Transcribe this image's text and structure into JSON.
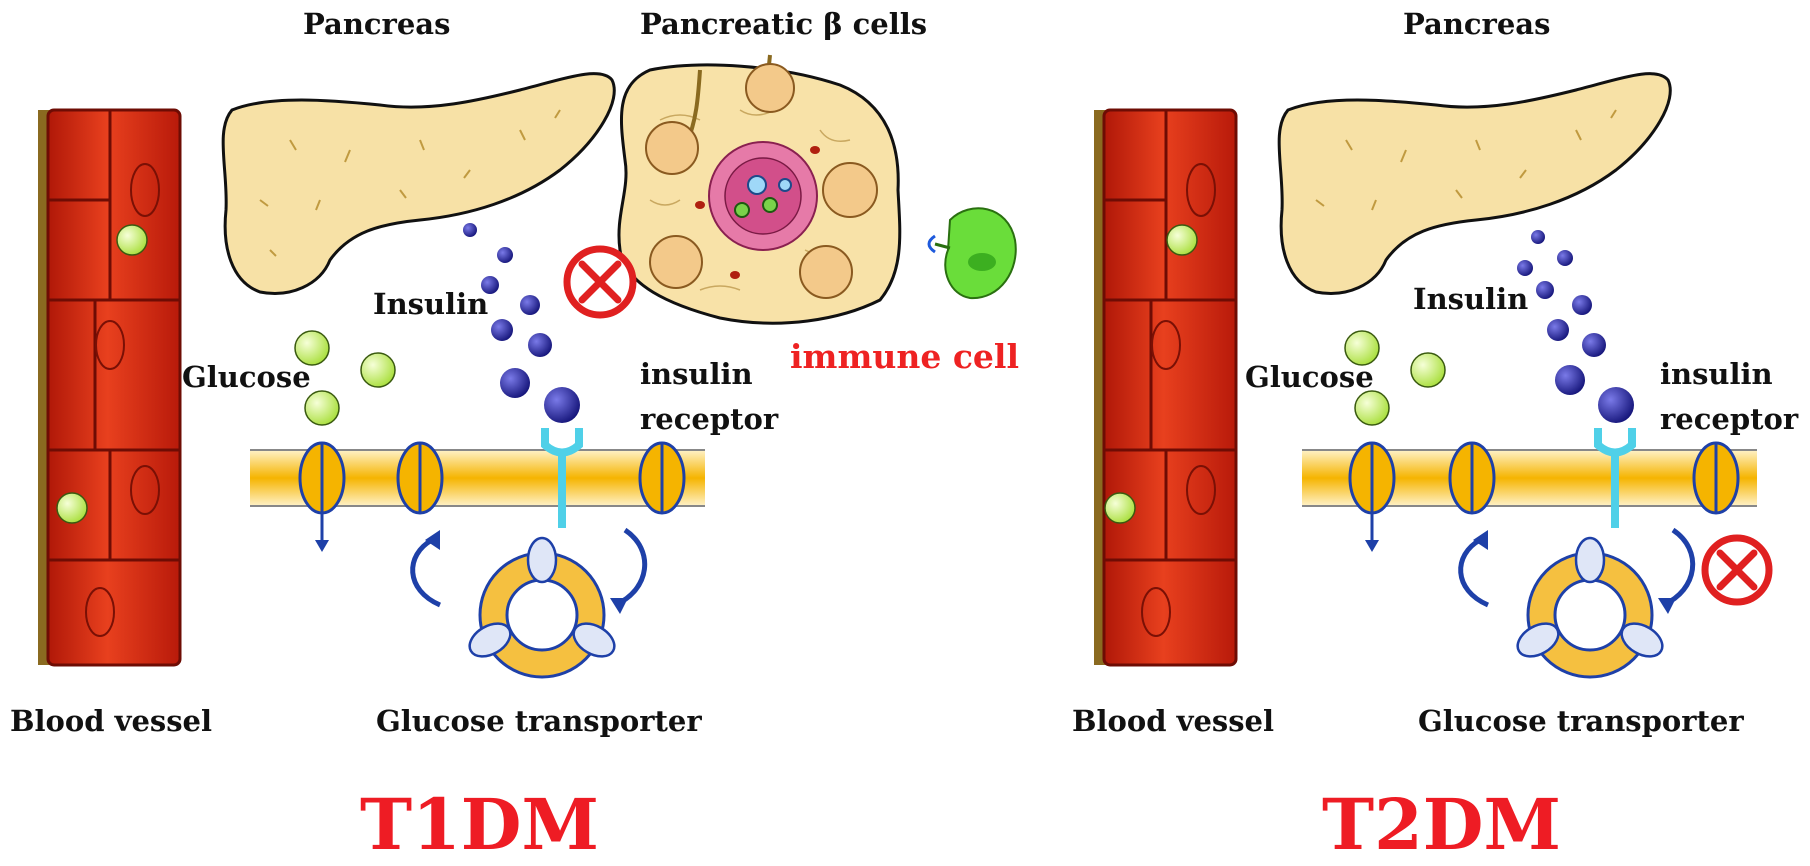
{
  "t1": {
    "pancreas": "Pancreas",
    "beta_cells": "Pancreatic β cells",
    "insulin": "Insulin",
    "glucose": "Glucose",
    "insulin_receptor_l1": "insulin",
    "insulin_receptor_l2": "receptor",
    "immune_cell": "immune cell",
    "blood_vessel": "Blood vessel",
    "glucose_transporter": "Glucose transporter",
    "title": "T1DM"
  },
  "t2": {
    "pancreas": "Pancreas",
    "insulin": "Insulin",
    "glucose": "Glucose",
    "insulin_receptor_l1": "insulin",
    "insulin_receptor_l2": "receptor",
    "blood_vessel": "Blood vessel",
    "glucose_transporter": "Glucose transporter",
    "title": "T2DM"
  },
  "colors": {
    "title_red": "#ee1c24",
    "immune_label_red": "#ee2222",
    "vessel_red": "#e03a1e",
    "pancreas_fill": "#f7e1a6",
    "membrane_fill": "#f5b400",
    "insulin_blue": "#1e1e8c",
    "glucose_green": "#c8ee6a",
    "receptor_cyan": "#4fd0e8",
    "block_red": "#e02020",
    "immune_green": "#66dd33"
  }
}
